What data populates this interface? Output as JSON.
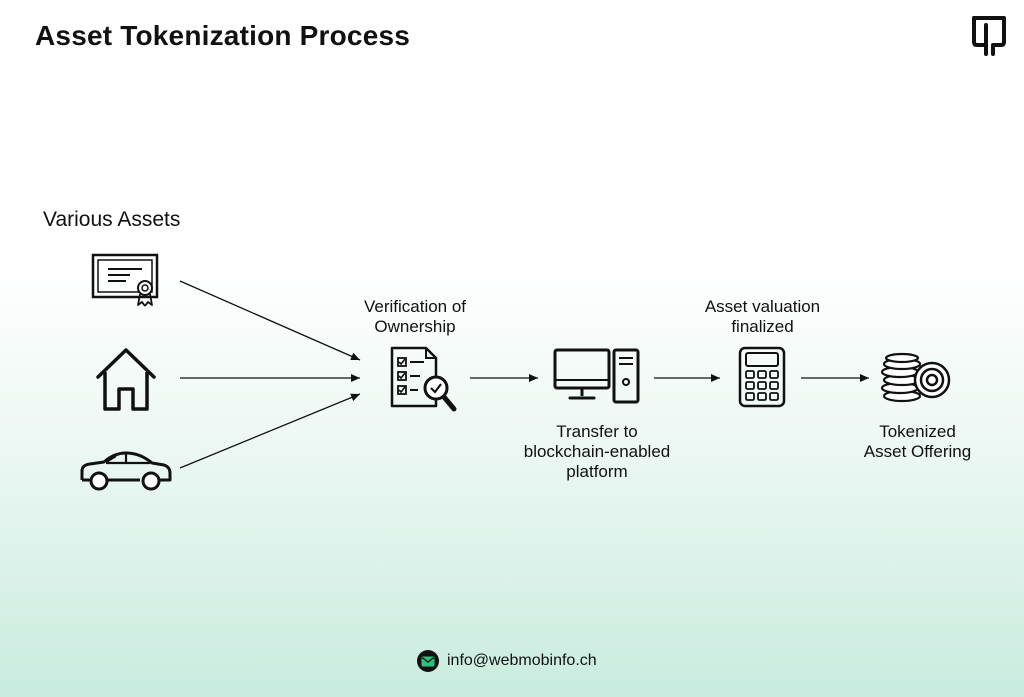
{
  "header": {
    "title": "Asset Tokenization Process",
    "logo_icon": "brand-logo-icon"
  },
  "assets": {
    "label": "Various Assets",
    "items": [
      {
        "icon": "certificate-icon"
      },
      {
        "icon": "house-icon"
      },
      {
        "icon": "car-icon"
      }
    ]
  },
  "steps": [
    {
      "label_line1": "Verification of",
      "label_line2": "Ownership",
      "icon": "document-checklist-magnifier-icon"
    },
    {
      "label_line1": "Transfer to",
      "label_line2": "blockchain-enabled",
      "label_line3": "platform",
      "icon": "desktop-computer-icon"
    },
    {
      "label_line1": "Asset valuation",
      "label_line2": "finalized",
      "icon": "calculator-icon"
    },
    {
      "label_line1": "Tokenized",
      "label_line2": "Asset Offering",
      "icon": "coin-stack-icon"
    }
  ],
  "footer": {
    "email": "info@webmobinfo.ch",
    "icon": "mail-icon"
  },
  "colors": {
    "text": "#111111",
    "gradient_bottom": "#c9ecdf"
  }
}
